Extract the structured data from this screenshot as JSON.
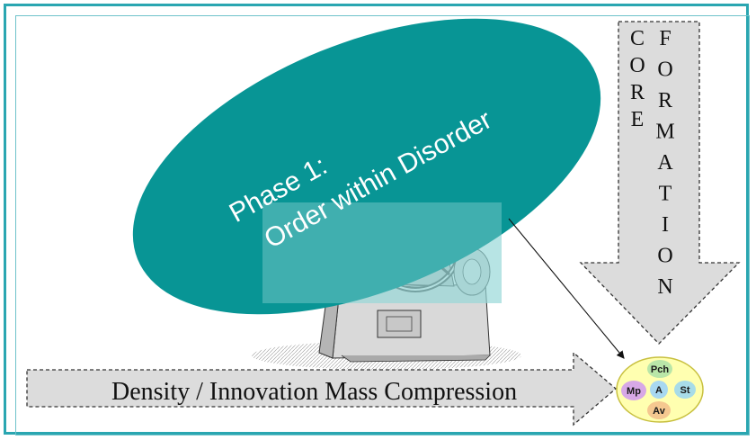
{
  "ellipse": {
    "line1": "Phase 1:",
    "line2": "Order within Disorder",
    "fill": "#089595"
  },
  "core_arrow": {
    "column1": [
      "C",
      "O",
      "R",
      "E"
    ],
    "column2": [
      "F",
      "O",
      "R",
      "M",
      "A",
      "T",
      "I",
      "O",
      "N"
    ],
    "fill": "#dcdcdc"
  },
  "density_arrow": {
    "label": "Density / Innovation Mass Compression",
    "fill": "#dcdcdc"
  },
  "cluster": {
    "fill": "#ffffb0",
    "border": "#c8c040",
    "nodes": [
      {
        "label": "Pch",
        "color": "#b9e6a8"
      },
      {
        "label": "Mp",
        "color": "#d7a8e6"
      },
      {
        "label": "A",
        "color": "#a8d8f0"
      },
      {
        "label": "St",
        "color": "#a8dce8"
      },
      {
        "label": "Av",
        "color": "#f5c890"
      }
    ]
  },
  "engine_image": {
    "icon": "stationary-engine-illustration"
  },
  "frame_color": "#2aa6b1"
}
